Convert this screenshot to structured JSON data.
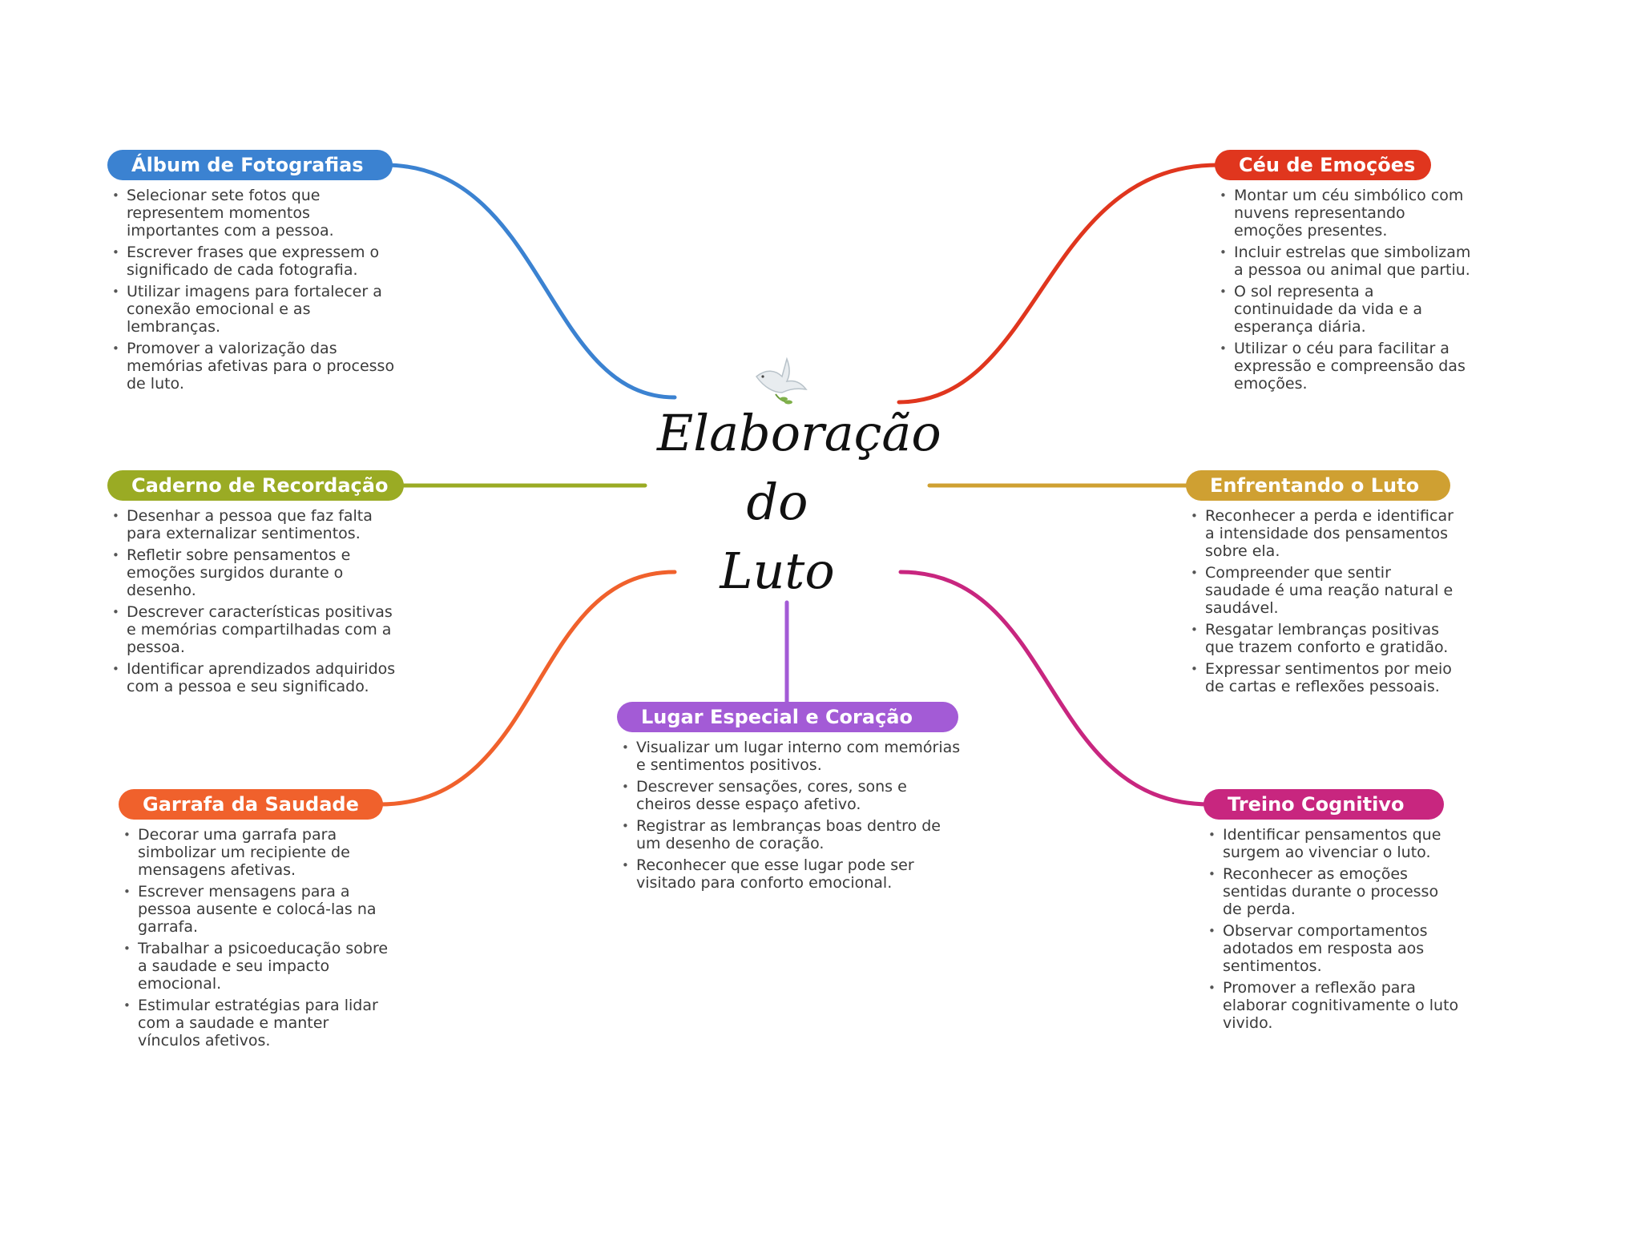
{
  "center": {
    "lines": [
      "Elaboração",
      "do",
      "Luto"
    ],
    "icon": "dove-icon"
  },
  "colors": {
    "album": "#3b82d1",
    "caderno": "#9aab24",
    "garrafa": "#f0612c",
    "lugar": "#a35bd6",
    "ceu": "#e0361e",
    "enfrentando": "#cfa032",
    "treino": "#c8267f"
  },
  "branches": {
    "album": {
      "title": "Álbum de Fotografias",
      "items": [
        "Selecionar sete fotos que representem momentos importantes com a pessoa.",
        "Escrever frases que expressem o significado de cada fotografia.",
        "Utilizar imagens para fortalecer a conexão emocional e as lembranças.",
        "Promover a valorização das memórias afetivas para o processo de luto."
      ]
    },
    "caderno": {
      "title": "Caderno de Recordação",
      "items": [
        "Desenhar a pessoa que faz falta para externalizar sentimentos.",
        "Refletir sobre pensamentos e emoções surgidos durante o desenho.",
        "Descrever características positivas e memórias compartilhadas com a pessoa.",
        "Identificar aprendizados adquiridos com a pessoa e seu significado."
      ]
    },
    "garrafa": {
      "title": "Garrafa da Saudade",
      "items": [
        "Decorar uma garrafa para simbolizar um recipiente de mensagens afetivas.",
        "Escrever mensagens para a pessoa ausente e colocá-las na garrafa.",
        "Trabalhar a psicoeducação sobre a saudade e seu impacto emocional.",
        "Estimular estratégias para lidar com a saudade e manter vínculos afetivos."
      ]
    },
    "lugar": {
      "title": "Lugar Especial e Coração",
      "items": [
        "Visualizar um lugar interno com memórias e sentimentos positivos.",
        "Descrever sensações, cores, sons e cheiros desse espaço afetivo.",
        "Registrar as lembranças boas dentro de um desenho de coração.",
        "Reconhecer que esse lugar pode ser visitado para conforto emocional."
      ]
    },
    "ceu": {
      "title": "Céu de Emoções",
      "items": [
        "Montar um céu simbólico com nuvens representando emoções presentes.",
        "Incluir estrelas que simbolizam a pessoa ou animal que partiu.",
        "O sol representa a continuidade da vida e a esperança diária.",
        "Utilizar o céu para facilitar a expressão e compreensão das emoções."
      ]
    },
    "enfrentando": {
      "title": "Enfrentando o Luto",
      "items": [
        "Reconhecer a perda e identificar a intensidade dos pensamentos sobre ela.",
        "Compreender que sentir saudade é uma reação natural e saudável.",
        "Resgatar lembranças positivas que trazem conforto e gratidão.",
        "Expressar sentimentos por meio de cartas e reflexões pessoais."
      ]
    },
    "treino": {
      "title": "Treino Cognitivo",
      "items": [
        "Identificar pensamentos que surgem ao vivenciar o luto.",
        "Reconhecer as emoções sentidas durante o processo de perda.",
        "Observar comportamentos adotados em resposta aos sentimentos.",
        "Promover a reflexão para elaborar cognitivamente o luto vivido."
      ]
    }
  }
}
